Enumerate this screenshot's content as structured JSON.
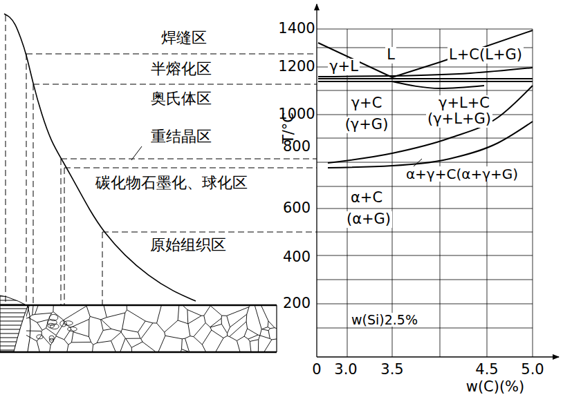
{
  "diagram": {
    "labels": [
      "焊缝区",
      "半熔化区",
      "奥氏体区",
      "重结晶区",
      "碳化物石墨化、球化区",
      "原始组织区",
      "1400",
      "1200",
      "1000",
      "800",
      "600",
      "400",
      "200",
      "T/°C",
      "L",
      "γ+L",
      "L+C(L+G)",
      "γ+C",
      "(γ+G)",
      "γ+L+C",
      "(γ+L+G)",
      "α+γ+C(α+γ+G)",
      "α+C",
      "(α+G)",
      "w(Si)2.5%",
      "0",
      "3.0",
      "3.5",
      "4.5",
      "5.0",
      "w(C)(%)"
    ]
  }
}
